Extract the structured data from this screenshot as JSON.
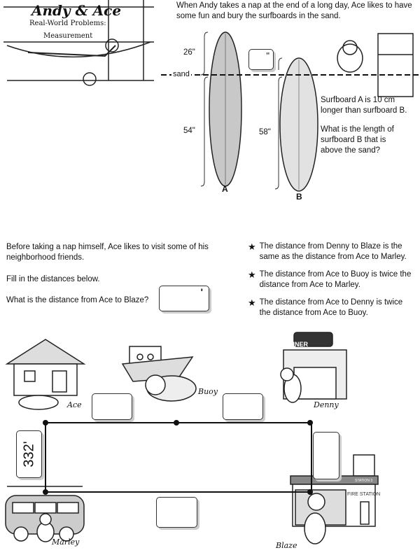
{
  "header": {
    "logo_title": "Andy & Ace",
    "logo_subtitle": "Real-World Problems:",
    "logo_topic": "Measurement"
  },
  "problem1": {
    "intro": "When Andy takes a nap at the end of a long day, Ace likes to have some fun and bury the surfboards in the sand.",
    "sand_label": "sand",
    "board_a_top": "26\"",
    "board_a_bottom": "54\"",
    "board_b_bottom": "58\"",
    "board_a_label": "A",
    "board_b_label": "B",
    "answer_mark": "\"",
    "fact": "Surfboard A is 10 cm longer than surfboard B.",
    "question": "What is the length of surfboard B that is above the sand?"
  },
  "problem2": {
    "intro": "Before taking a nap himself, Ace likes to visit some of his neighborhood friends.",
    "instruction": "Fill in the distances below.",
    "question": "What is the distance from Ace to Blaze?",
    "answer_mark": "'",
    "clues": [
      "The distance from Denny to Blaze is the same as the distance from Ace to Marley.",
      "The distance from Ace to Buoy is twice the distance from Ace to Marley.",
      "The distance from Ace to Denny is twice the distance from Ace to Buoy."
    ],
    "map": {
      "given_distance": "332'",
      "names": {
        "ace": "Ace",
        "buoy": "Buoy",
        "denny": "Denny",
        "marley": "Marley",
        "blaze": "Blaze"
      },
      "diner_sign": "DINER",
      "fire_station_sign": "FIRE STATION",
      "station_label": "STATION 3"
    }
  }
}
